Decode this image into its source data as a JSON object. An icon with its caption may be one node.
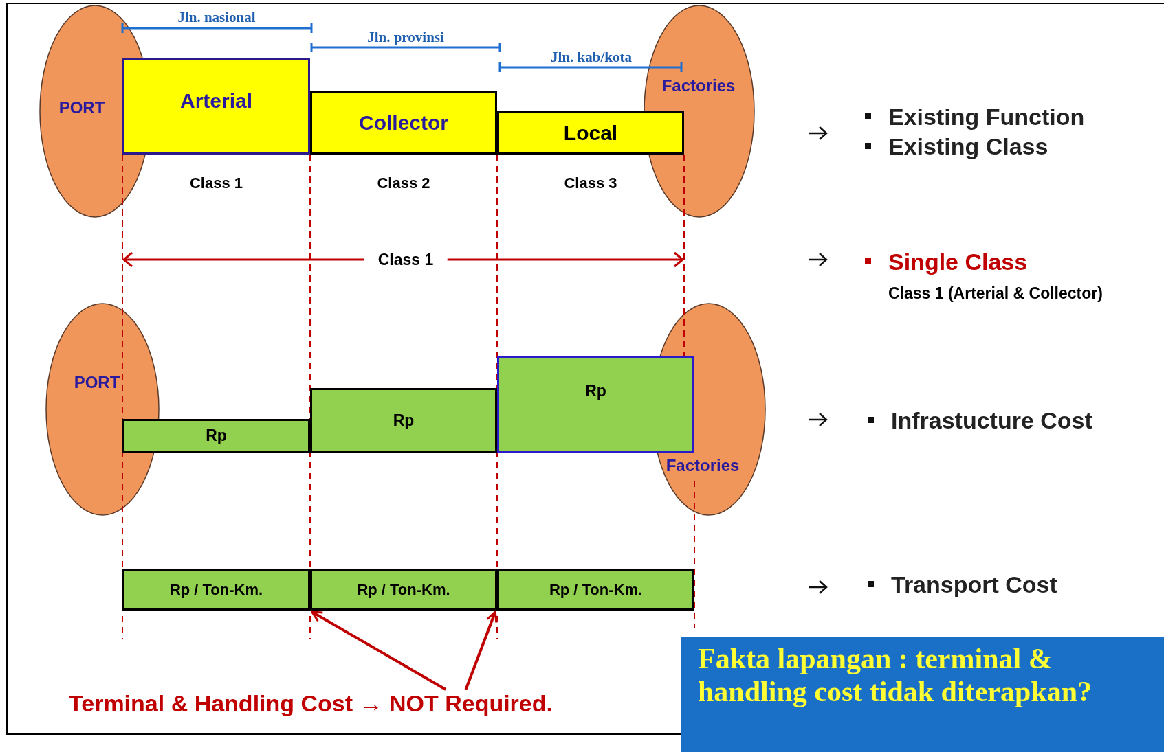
{
  "diagram": {
    "nodes": [
      {
        "text": [
          "PORT"
        ]
      },
      {
        "text": [
          "Arterial"
        ],
        "beside": [
          "Class 1"
        ]
      },
      {
        "text": [
          "Collector"
        ],
        "beside": [
          "Class 2"
        ]
      },
      {
        "text": [
          "Local"
        ],
        "beside": [
          "Class 3"
        ]
      },
      {
        "text": [
          "Factories"
        ]
      },
      {
        "text": [
          "PORT"
        ]
      },
      {
        "text": [
          "Rp"
        ]
      },
      {
        "text": [
          "Rp"
        ]
      },
      {
        "text": [
          "Rp"
        ]
      },
      {
        "text": [
          "Factories"
        ]
      },
      {
        "text": [
          "Rp / Ton-Km."
        ]
      },
      {
        "text": [
          "Rp / Ton-Km."
        ]
      },
      {
        "text": [
          "Rp / Ton-Km."
        ]
      },
      {
        "text": [
          "Terminal & Handling Cost → NOT Required."
        ]
      },
      {
        "text": [
          "Fakta lapangan : terminal & handling cost tidak diterapkan?"
        ]
      }
    ],
    "edges": [
      {
        "from": 13,
        "to": 11,
        "arrow": "to"
      },
      {
        "from": 13,
        "to": 11,
        "arrow": "to"
      }
    ],
    "labels": [
      "Jln. nasional",
      "Jln. provinsi",
      "Jln. kab/kota",
      "Class 1",
      "Existing Function",
      "Existing Class",
      "Single Class",
      "Class 1 (Arterial & Collector)",
      "Infrastucture Cost",
      "Transport Cost"
    ]
  }
}
